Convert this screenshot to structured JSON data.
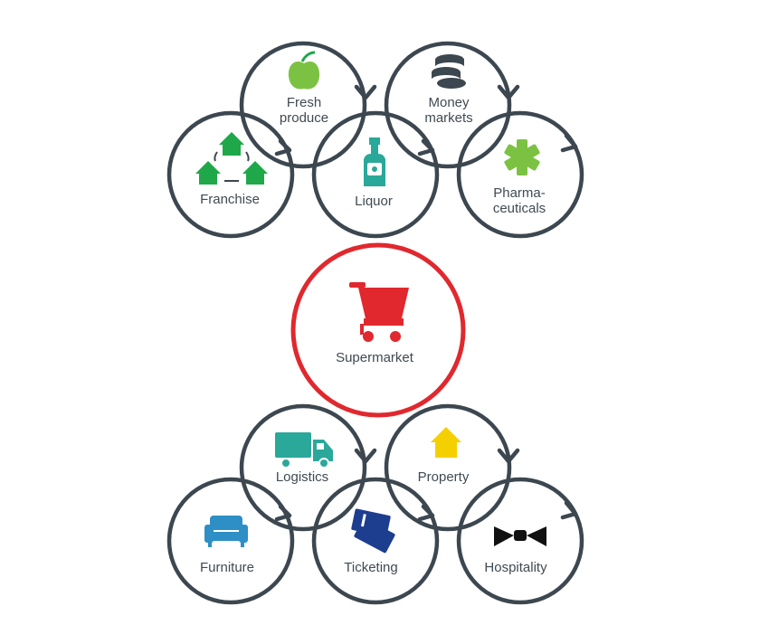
{
  "colors": {
    "ring": "#3c4750",
    "center": "#e0282e",
    "green": "#1fa84a",
    "lime": "#7cc242",
    "teal": "#2aa89a",
    "yellow": "#f5d000",
    "sofa": "#2d8fc6",
    "ticket": "#1d3d8f",
    "bowtie": "#111111"
  },
  "center": {
    "label": "Supermarket",
    "icon": "shopping-cart-icon"
  },
  "top_group": {
    "upper": [
      {
        "label_lines": [
          "Fresh",
          "produce"
        ],
        "icon": "apple-icon"
      },
      {
        "label_lines": [
          "Money",
          "markets"
        ],
        "icon": "coins-icon"
      }
    ],
    "lower": [
      {
        "label_lines": [
          "Franchise"
        ],
        "icon": "franchise-houses-icon"
      },
      {
        "label_lines": [
          "Liquor"
        ],
        "icon": "bottle-icon"
      },
      {
        "label_lines": [
          "Pharma-",
          "ceuticals"
        ],
        "icon": "asterisk-icon"
      }
    ]
  },
  "bottom_group": {
    "upper": [
      {
        "label_lines": [
          "Logistics"
        ],
        "icon": "truck-icon"
      },
      {
        "label_lines": [
          "Property"
        ],
        "icon": "house-icon"
      }
    ],
    "lower": [
      {
        "label_lines": [
          "Furniture"
        ],
        "icon": "sofa-icon"
      },
      {
        "label_lines": [
          "Ticketing"
        ],
        "icon": "tickets-icon"
      },
      {
        "label_lines": [
          "Hospitality"
        ],
        "icon": "bowtie-icon"
      }
    ]
  }
}
